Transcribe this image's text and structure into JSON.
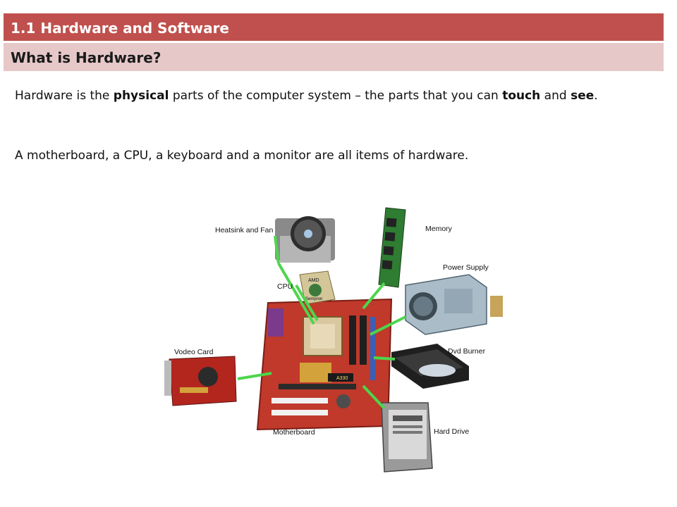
{
  "header": {
    "title": "1.1 Hardware and Software",
    "subtitle": "What is Hardware?"
  },
  "body": {
    "p1_a": "Hardware is the ",
    "p1_b": "physical",
    "p1_c": " parts of the computer system – the parts that you can ",
    "p1_d": "touch",
    "p1_e": " and ",
    "p1_f": "see",
    "p1_g": ".",
    "p2": "A motherboard, a CPU, a keyboard and a monitor are all items of hardware."
  },
  "diagram": {
    "labels": {
      "heatsink": "Heatsink and Fan",
      "memory": "Memory",
      "cpu": "CPU",
      "power": "Power Supply",
      "video": "Vodeo Card",
      "dvd": "Dvd Burner",
      "motherboard": "Motherboard",
      "hdd": "Hard Drive"
    },
    "chip_text": {
      "amd": "AMD",
      "sempron": "Sempron",
      "board": "A330"
    }
  },
  "colors": {
    "header_bar": "#c0504d",
    "subheader_bar": "#e6c8c8",
    "connector": "#4cd64c",
    "board": "#c0392b"
  }
}
